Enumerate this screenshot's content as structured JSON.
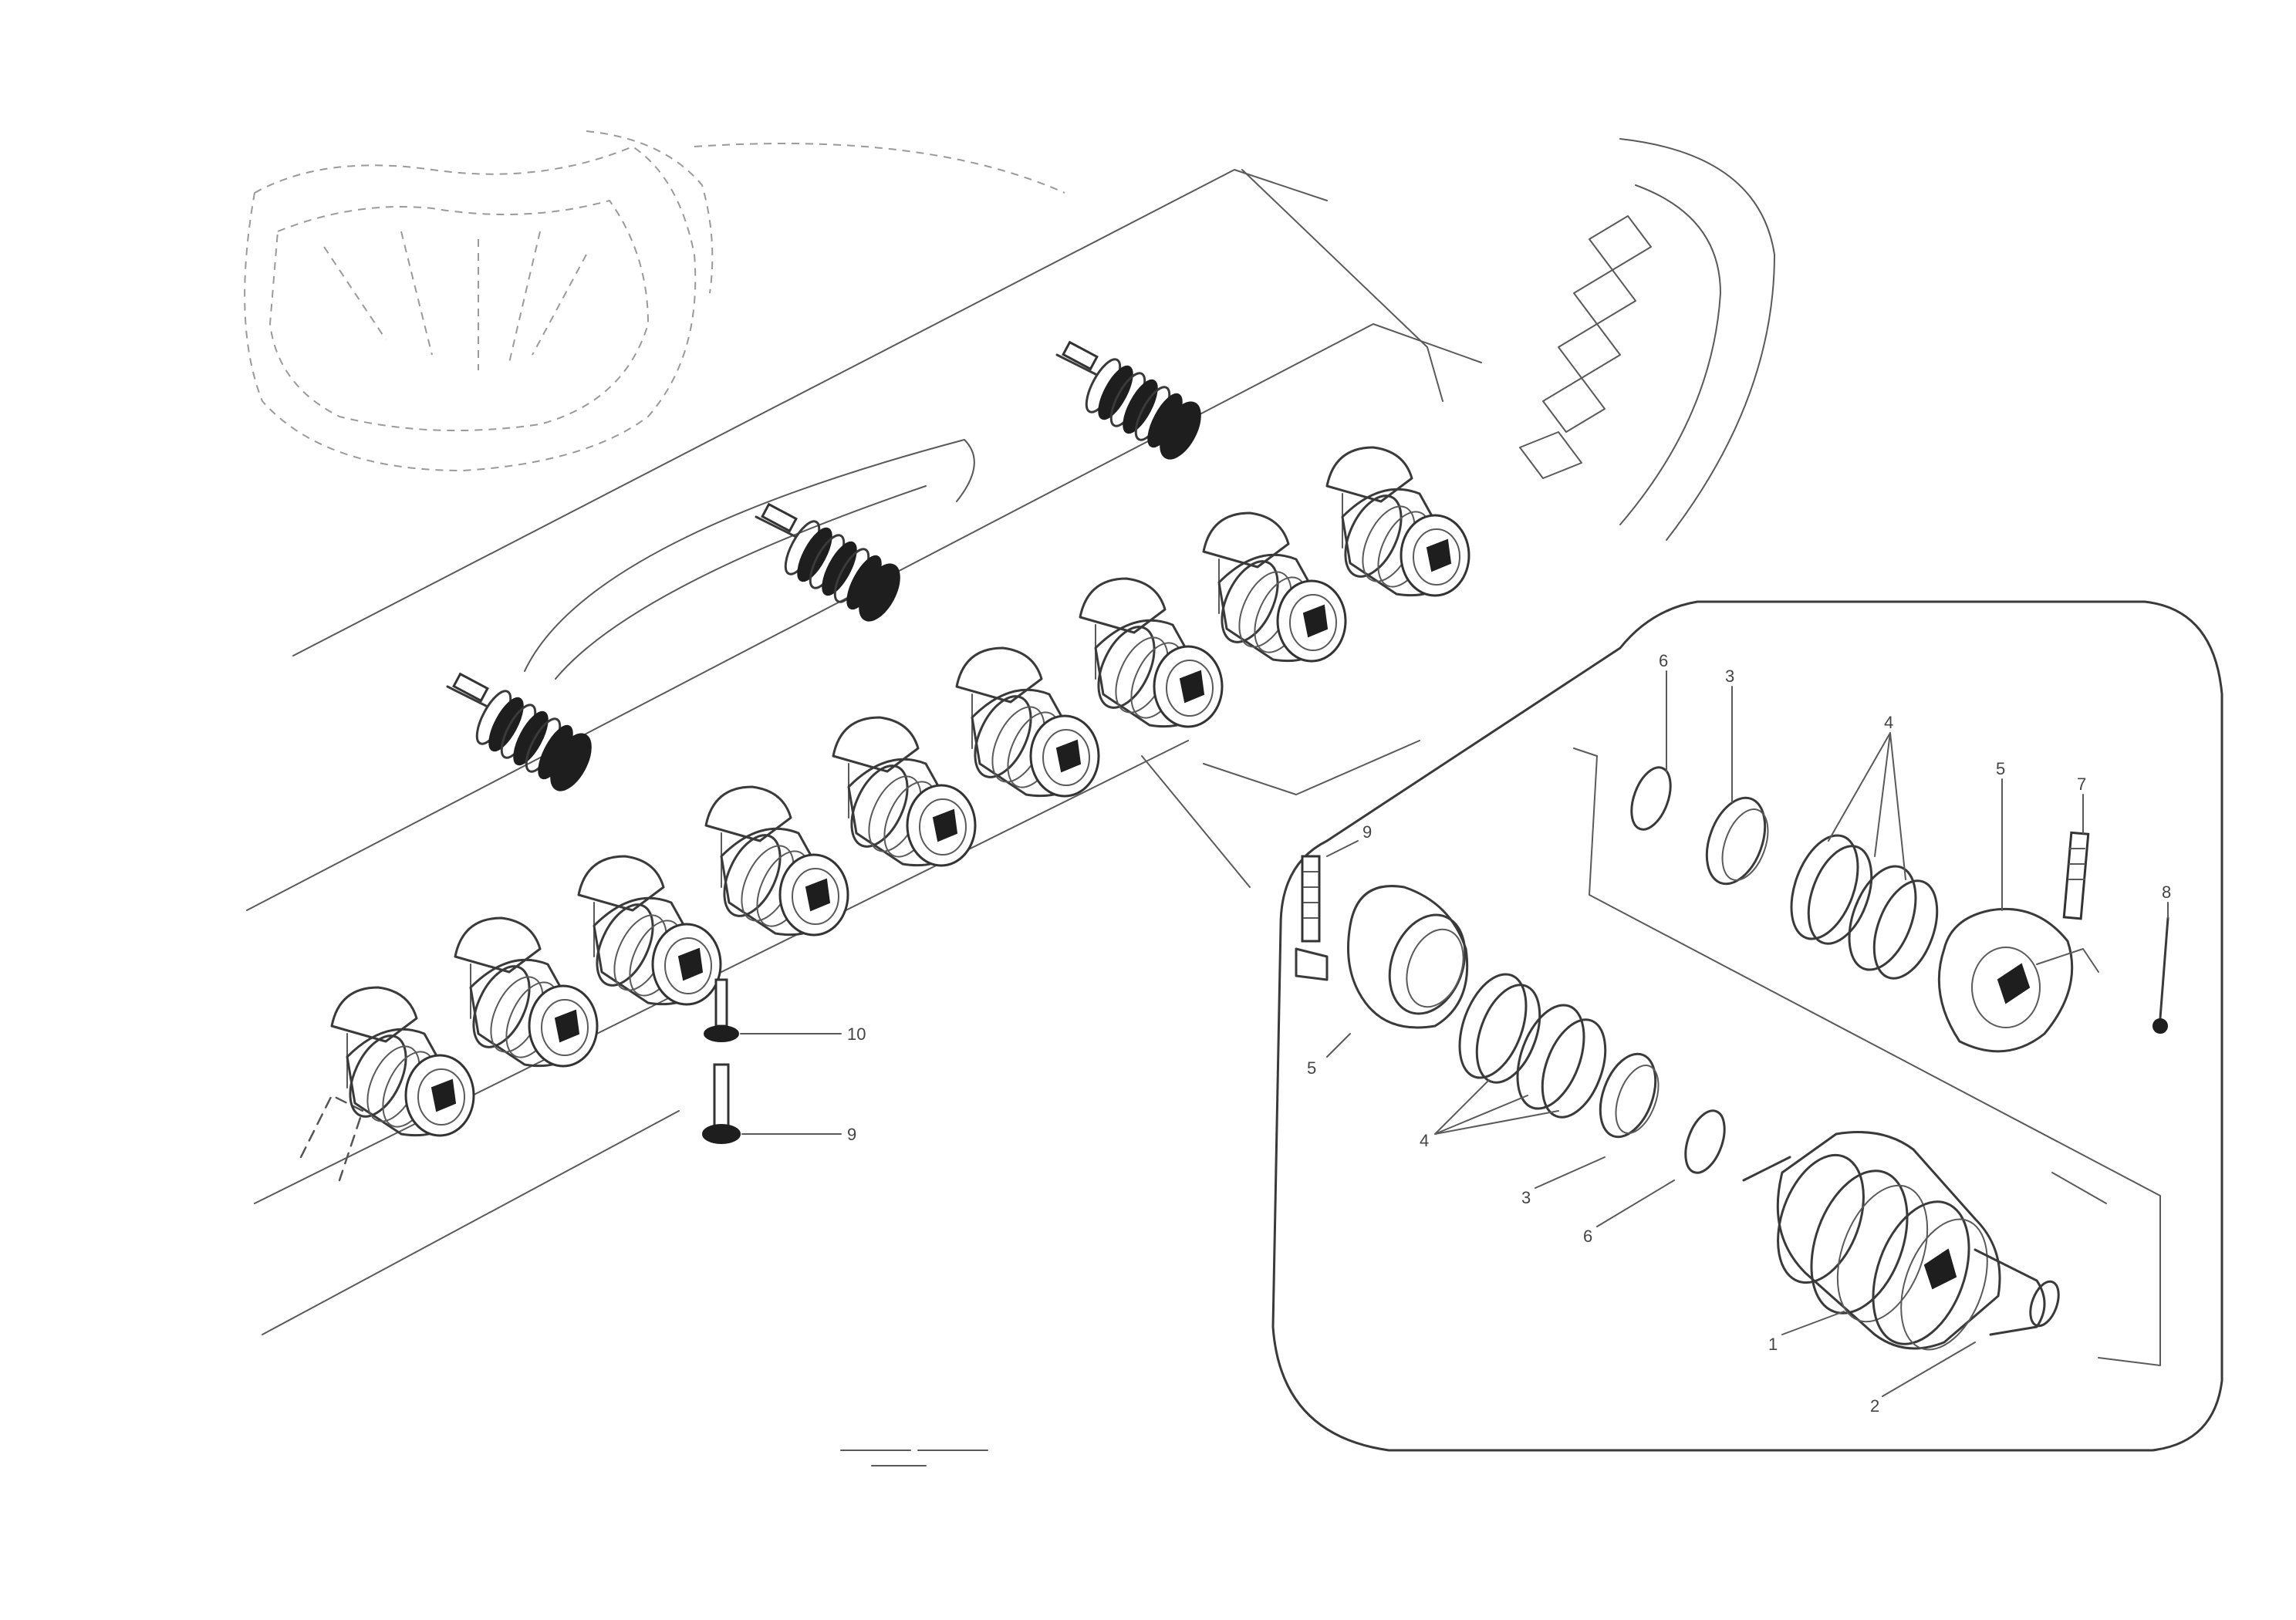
{
  "diagram": {
    "footer_code": "",
    "detail_callouts": [
      {
        "id": "c-top-1",
        "text": "6"
      },
      {
        "id": "c-top-2",
        "text": "3"
      },
      {
        "id": "c-top-3",
        "text": "4"
      },
      {
        "id": "c-top-4",
        "text": "5"
      },
      {
        "id": "c-top-5",
        "text": "7"
      },
      {
        "id": "c-top-6",
        "text": "8"
      },
      {
        "id": "c-left-1",
        "text": "9"
      },
      {
        "id": "c-left-2",
        "text": "5"
      },
      {
        "id": "c-left-3",
        "text": "4"
      },
      {
        "id": "c-left-4",
        "text": "3"
      },
      {
        "id": "c-left-5",
        "text": "6"
      },
      {
        "id": "c-bot-1",
        "text": "1"
      },
      {
        "id": "c-bot-2",
        "text": "2"
      }
    ],
    "bolt_callouts": [
      {
        "id": "b-1",
        "text": "10"
      },
      {
        "id": "b-2",
        "text": "9"
      }
    ]
  }
}
